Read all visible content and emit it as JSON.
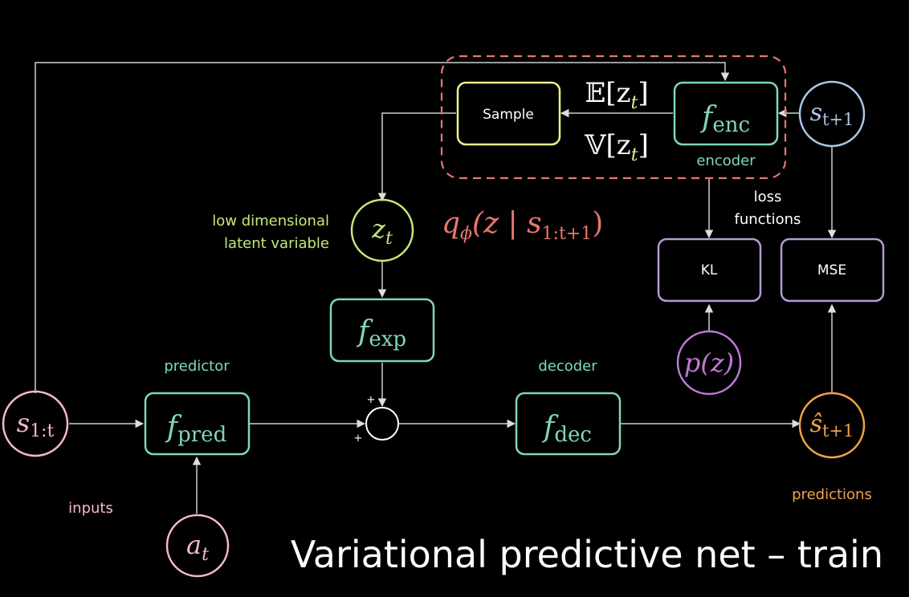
{
  "colors": {
    "background": "#000000",
    "teal": "#7fd6bf",
    "yellow": "#f2ee8a",
    "green": "#c6e879",
    "pink": "#f5b8cf",
    "blue": "#a9c6e6",
    "purple": "#b59ad8",
    "violet": "#c07ad6",
    "orange": "#f0a24a",
    "red": "#e8776e",
    "white": "#ffffff"
  },
  "title": "Variational predictive net – train",
  "nodes": {
    "s_1t": {
      "base": "s",
      "sub": "1:t"
    },
    "a_t": {
      "base": "a",
      "sub": "t"
    },
    "z_t": {
      "base": "z",
      "sub": "t"
    },
    "s_t1": {
      "base": "s",
      "sub": "t+1"
    },
    "s_hat": {
      "base": "ŝ",
      "sub": "t+1"
    },
    "p_z": "p(z)"
  },
  "boxes": {
    "f_pred": {
      "base": "f",
      "sub": "pred"
    },
    "f_exp": {
      "base": "f",
      "sub": "exp"
    },
    "f_dec": {
      "base": "f",
      "sub": "dec"
    },
    "f_enc": {
      "base": "f",
      "sub": "enc"
    },
    "sample": "Sample",
    "kl": "KL",
    "mse": "MSE"
  },
  "labels": {
    "predictor": "predictor",
    "decoder": "decoder",
    "encoder": "encoder",
    "inputs": "inputs",
    "predictions": "predictions",
    "latent_line1": "low dimensional",
    "latent_line2": "latent variable",
    "loss_line1": "loss",
    "loss_line2": "functions",
    "expectation": "𝔼[z",
    "variance": "𝕍[z",
    "expectation_sub": "t",
    "variance_sub": "t",
    "bracket_close": "]",
    "q_phi": "q",
    "q_phi_sub": "ϕ",
    "q_phi_args": "(z | s",
    "q_phi_args_sub": "1:t+1",
    "q_phi_close": ")",
    "plus_top": "+",
    "plus_bottom": "+"
  }
}
